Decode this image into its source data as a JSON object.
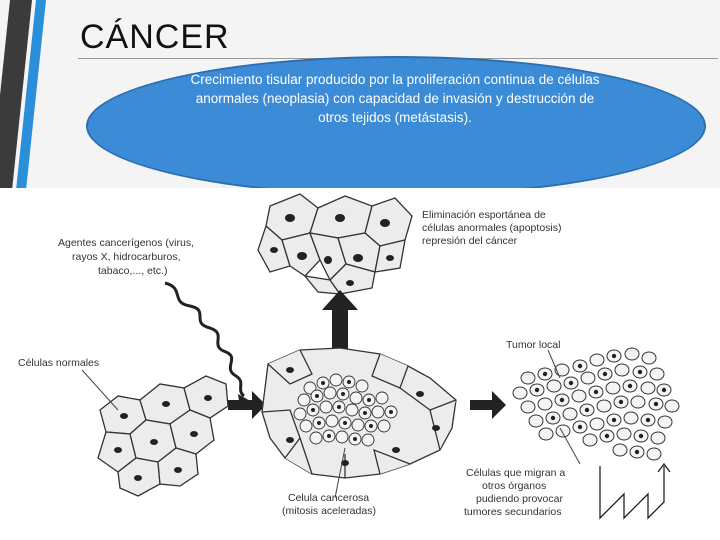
{
  "slide": {
    "title": "CÁNCER",
    "definition": "Crecimiento tisular producido por la proliferación continua de células anormales (neoplasia) con capacidad de invasión y destrucción de otros tejidos (metástasis)."
  },
  "figure": {
    "agents_label": [
      "Agentes cancerígenos (virus,",
      "rayos X, hidrocarburos,",
      "tabaco,..., etc.)"
    ],
    "normal_cells_label": "Células normales",
    "apoptosis_label": [
      "Eliminación esportánea de",
      "células anormales (apoptosis)",
      "represión del cáncer"
    ],
    "local_tumor_label": "Tumor local",
    "cancer_cell_label": [
      "Celula cancerosa",
      "(mitosis aceleradas)"
    ],
    "migrating_label": [
      "Células que migran a",
      "otros órganos",
      "pudiendo provocar",
      "tumores secundarios"
    ]
  },
  "colors": {
    "accent_blue": "#3b8bd6",
    "stripe_dark": "#3b3b3b",
    "stripe_blue": "#2a8fd8"
  }
}
